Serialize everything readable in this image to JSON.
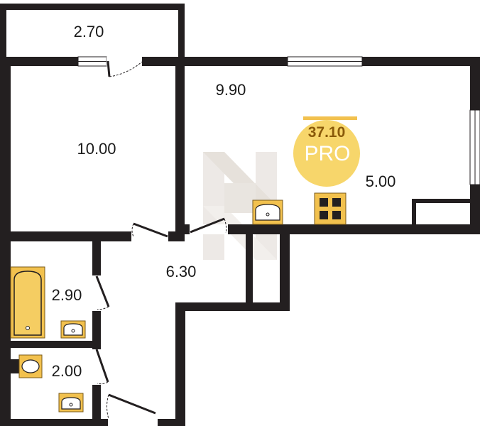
{
  "rooms": [
    {
      "id": "balcony",
      "area": "2.70"
    },
    {
      "id": "living-room",
      "area": "9.90"
    },
    {
      "id": "bedroom",
      "area": "10.00"
    },
    {
      "id": "kitchen",
      "area": "5.00"
    },
    {
      "id": "hallway",
      "area": "6.30"
    },
    {
      "id": "bathroom",
      "area": "2.90"
    },
    {
      "id": "toilet-room",
      "area": "2.00"
    }
  ],
  "badge": {
    "total_area": "37.10",
    "tag": "PRO"
  },
  "colors": {
    "wall": "#231f20",
    "fixture": "#f2c14e",
    "fixture_stroke": "#7a5a1a",
    "badge": "#f7d66b",
    "window": "#ffffff"
  },
  "icons": [
    "bathtub-icon",
    "sink-icon",
    "toilet-icon",
    "stove-icon",
    "door-icon",
    "window-icon",
    "watermark-logo"
  ]
}
